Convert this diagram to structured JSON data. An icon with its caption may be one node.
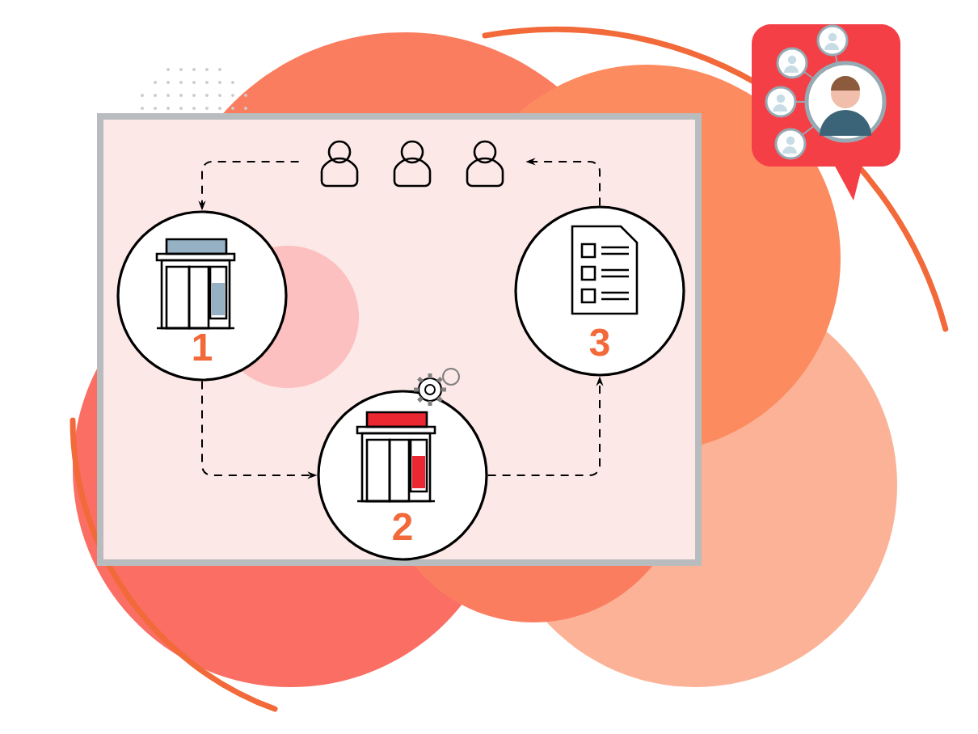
{
  "diagram": {
    "nodes": [
      {
        "text": [
          "1"
        ]
      },
      {
        "text": [
          "2"
        ]
      },
      {
        "text": [
          "3"
        ]
      },
      {
        "text": [],
        "shape": "person"
      }
    ],
    "edges": [
      {
        "from": 3,
        "to": 0,
        "arrow": "to"
      },
      {
        "from": 0,
        "to": 1,
        "arrow": "to"
      },
      {
        "from": 1,
        "to": 2,
        "arrow": "to"
      },
      {
        "from": 2,
        "to": 3,
        "arrow": "to"
      }
    ]
  }
}
